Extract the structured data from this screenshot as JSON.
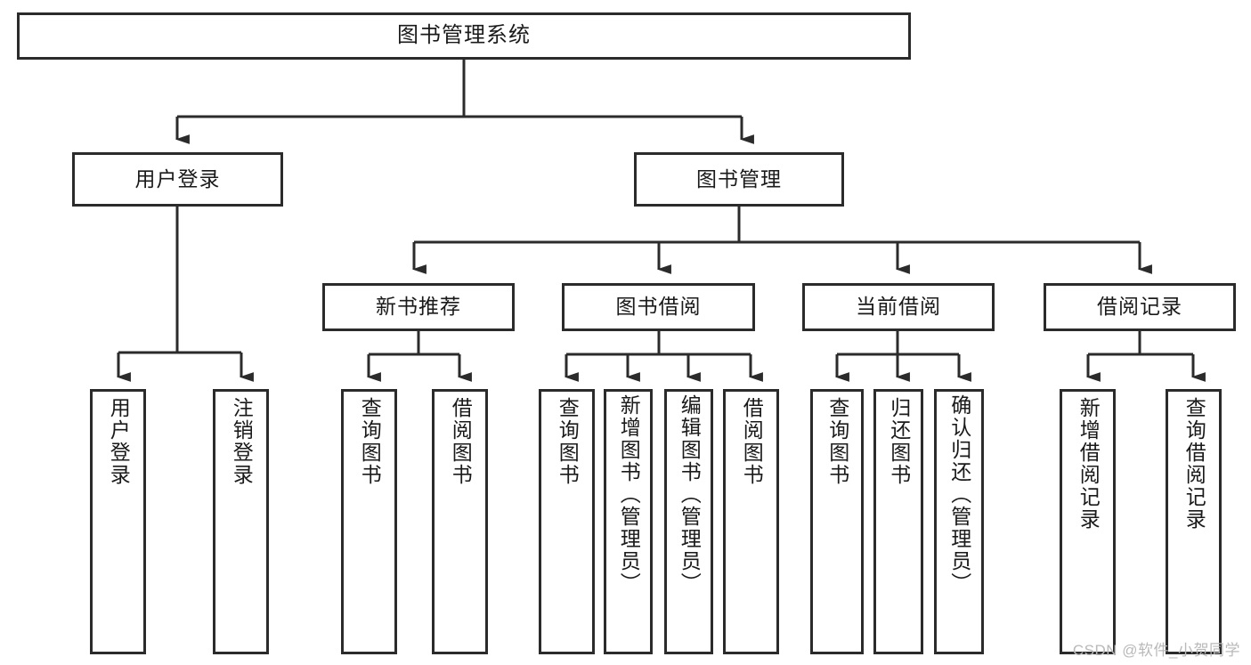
{
  "diagram": {
    "title": "图书管理系统",
    "type": "functional-structure-tree",
    "root": {
      "label": "图书管理系统"
    },
    "level2": [
      {
        "label": "用户登录"
      },
      {
        "label": "图书管理"
      }
    ],
    "level3": [
      {
        "label": "新书推荐"
      },
      {
        "label": "图书借阅"
      },
      {
        "label": "当前借阅"
      },
      {
        "label": "借阅记录"
      }
    ],
    "leaves": {
      "user_login": [
        {
          "label": "用户登录"
        },
        {
          "label": "注销登录"
        }
      ],
      "new_book_recommend": [
        {
          "label": "查询图书"
        },
        {
          "label": "借阅图书"
        }
      ],
      "book_borrow": [
        {
          "label": "查询图书"
        },
        {
          "label": "新增图书（管理员）"
        },
        {
          "label": "编辑图书（管理员）"
        },
        {
          "label": "借阅图书"
        }
      ],
      "current_borrow": [
        {
          "label": "查询图书"
        },
        {
          "label": "归还图书"
        },
        {
          "label": "确认归还（管理员）"
        }
      ],
      "borrow_record": [
        {
          "label": "新增借阅记录"
        },
        {
          "label": "查询借阅记录"
        }
      ]
    }
  },
  "watermark": {
    "text": "CSDN @软件_小贺同学"
  },
  "colors": {
    "border": "#2b2b2b",
    "text": "#1a1a1a",
    "background": "#ffffff",
    "watermark": "#b9b9b9"
  }
}
